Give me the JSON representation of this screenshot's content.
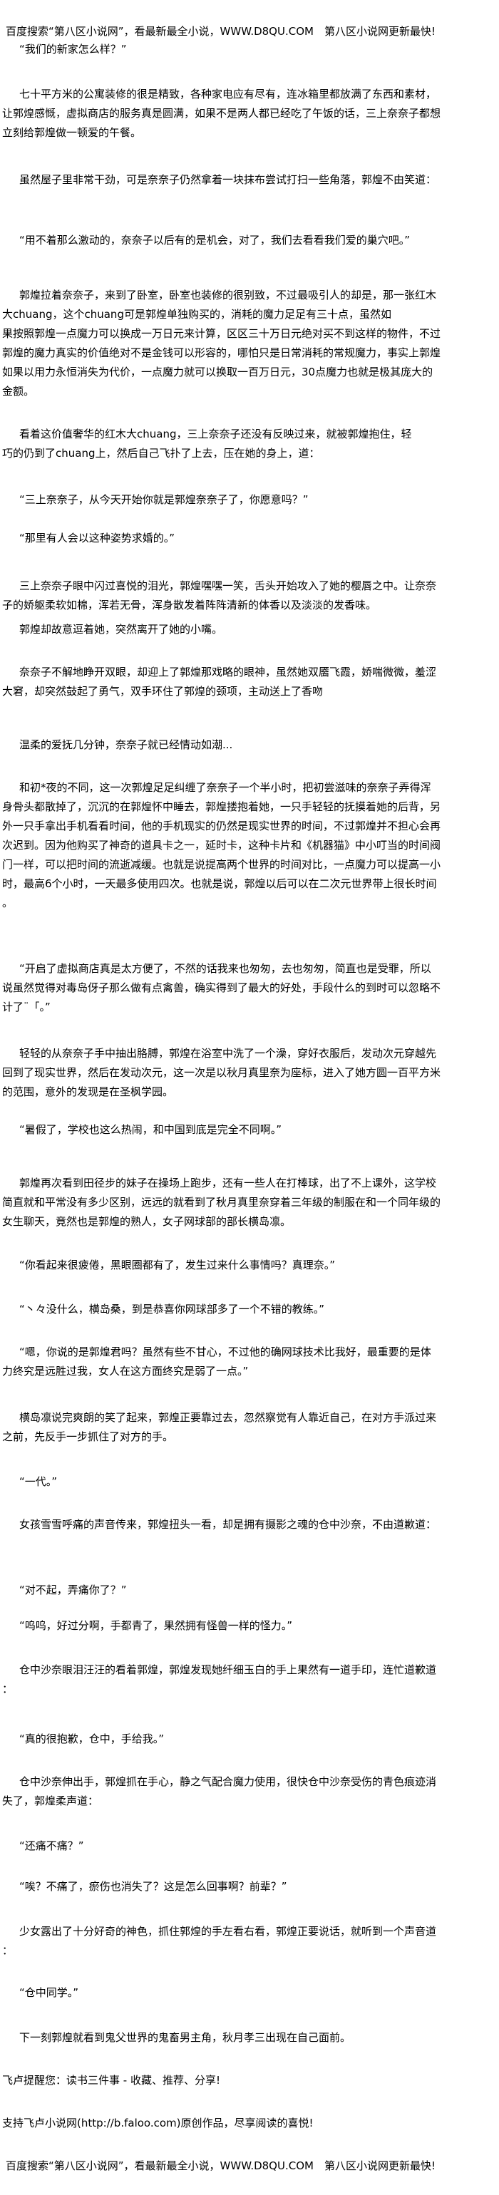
{
  "header_banner": "百度搜索“第八区小说网”，看最新最全小说，WWW.D8QU.COM　第八区小说网更新最快!",
  "paragraphs": [
    "“我们的新家怎么样？”",
    "七十平方米的公寓装修的很是精致，各种家电应有尽有，连冰箱里都放满了东西和素材，\n让郭煌感慨，虚拟商店的服务真是圆满，如果不是两人都已经吃了午饭的话，三上奈奈子都想\n立刻给郭煌做一顿爱的午餐。",
    "虽然屋子里非常干劲，可是奈奈子仍然拿着一块抹布尝试打扫一些角落，郭煌不由笑道：",
    "“用不着那么激动的，奈奈子以后有的是机会，对了，我们去看看我们爱的巢穴吧。”",
    "郭煌拉着奈奈子，来到了卧室，卧室也装修的很别致，不过最吸引人的却是，那一张红木\n大chuang，这个chuang可是郭煌单独购买的，消耗的魔力足足有三十点，虽然如\n果按照郭煌一点魔力可以换成一万日元来计算，区区三十万日元绝对买不到这样的物件，不过\n郭煌的魔力真实的价值绝对不是金钱可以形容的，哪怕只是日常消耗的常规魔力，事实上郭煌\n如果以用力永恒消失为代价，一点魔力就可以换取一百万日元，30点魔力也就是极其庞大的\n金额。",
    "看着这价值奢华的红木大chuang，三上奈奈子还没有反映过来，就被郭煌抱住，轻\n巧的仍到了chuang上，然后自己飞扑了上去，压在她的身上，道：",
    "“三上奈奈子，从今天开始你就是郭煌奈奈子了，你愿意吗？”",
    "“那里有人会以这种姿势求婚的。”",
    "三上奈奈子眼中闪过喜悦的泪光，郭煌嘿嘿一笑，舌头开始攻入了她的樱唇之中。让奈奈\n子的娇躯柔软如棉，浑若无骨，浑身散发着阵阵清新的体香以及淡淡的发香味。",
    "郭煌却故意逗着她，突然离开了她的小嘴。",
    "奈奈子不解地睁开双眼，却迎上了郭煌那戏略的眼神，虽然她双靥飞霞，娇喘微微，羞涩\n大窘，却突然鼓起了勇气，双手环住了郭煌的颈项，主动送上了香吻",
    "温柔的爱抚几分钟，奈奈子就已经情动如潮...",
    "和初*夜的不同，这一次郭煌足足纠缠了奈奈子一个半小时，把初尝滋味的奈奈子弄得浑\n身骨头都散掉了，沉沉的在郭煌怀中睡去，郭煌搂抱着她，一只手轻轻的抚摸着她的后背，另\n外一只手拿出手机看看时间，他的手机现实的仍然是现实世界的时间，不过郭煌并不担心会再\n次迟到。因为他购买了神奇的道具卡之一，延时卡，这种卡片和《机器猫》中小叮当的时间阀\n门一样，可以把时间的流逝减缓。也就是说提高两个世界的时间对比，一点魔力可以提高一小\n时，最高6个小时，一天最多使用四次。也就是说，郭煌以后可以在二次元世界带上很长时间\n。",
    "“开启了虚拟商店真是太方便了，不然的话我来也匆匆，去也匆匆，简直也是受罪，所以\n说虽然觉得对毒岛伢子那么做有点禽兽，确实得到了最大的好处，手段什么的到时可以忽略不\n计了¨「。”",
    "轻轻的从奈奈子手中抽出胳膊，郭煌在浴室中洗了一个澡，穿好衣服后，发动次元穿越先\n回到了现实世界，然后在发动次元，这一次是以秋月真里奈为座标，进入了她方圆一百平方米\n的范围，意外的发现是在圣枫学园。",
    "“暑假了，学校也这么热闹，和中国到底是完全不同啊。”",
    "郭煌再次看到田径步的妹子在操场上跑步，还有一些人在打棒球，出了不上课外，这学校\n简直就和平常没有多少区别，远远的就看到了秋月真里奈穿着三年级的制服在和一个同年级的\n女生聊天，竟然也是郭煌的熟人，女子网球部的部长横岛凛。",
    "“你看起来很疲倦，黑眼圈都有了，发生过来什么事情吗？真理奈。”",
    "“丶々没什么，横岛桑，到是恭喜你网球部多了一个不错的教练。”",
    "“嗯，你说的是郭煌君吗？虽然有些不甘心，不过他的确网球技术比我好，最重要的是体\n力终究是远胜过我，女人在这方面终究是弱了一点。”",
    "横岛凛说完爽朗的笑了起来，郭煌正要靠过去，忽然察觉有人靠近自己，在对方手派过来\n之前，先反手一步抓住了对方的手。",
    "“一代。”",
    "女孩雪雪呼痛的声音传来，郭煌扭头一看，却是拥有摄影之魂的仓中沙奈，不由道歉道：",
    "“对不起，弄痛你了？”",
    "“呜呜，好过分啊，手都青了，果然拥有怪兽一样的怪力。”",
    "仓中沙奈眼泪汪汪的看着郭煌，郭煌发现她纤细玉白的手上果然有一道手印，连忙道歉道\n：",
    "“真的很抱歉，仓中，手给我。”",
    "仓中沙奈伸出手，郭煌抓在手心，静之气配合魔力使用，很快仓中沙奈受伤的青色痕迹消\n失了，郭煌柔声道：",
    "“还痛不痛？”",
    "“唉？不痛了，瘀伤也消失了？这是怎么回事啊？前辈？”",
    "少女露出了十分好奇的神色，抓住郭煌的手左看右看，郭煌正要说话，就听到一个声音道\n：",
    "“仓中同学。”",
    "下一刻郭煌就看到鬼父世界的鬼畜男主角，秋月孝三出现在自己面前。"
  ],
  "footer": {
    "reminder": "飞卢提醒您：读书三件事 - 收藏、推荐、分享!",
    "support": "支持飞卢小说网(http://b.faloo.com)原创作品，尽享阅读的喜悦!",
    "banner": "百度搜索“第八区小说网”，看最新最全小说，WWW.D8QU.COM　第八区小说网更新最快!"
  }
}
